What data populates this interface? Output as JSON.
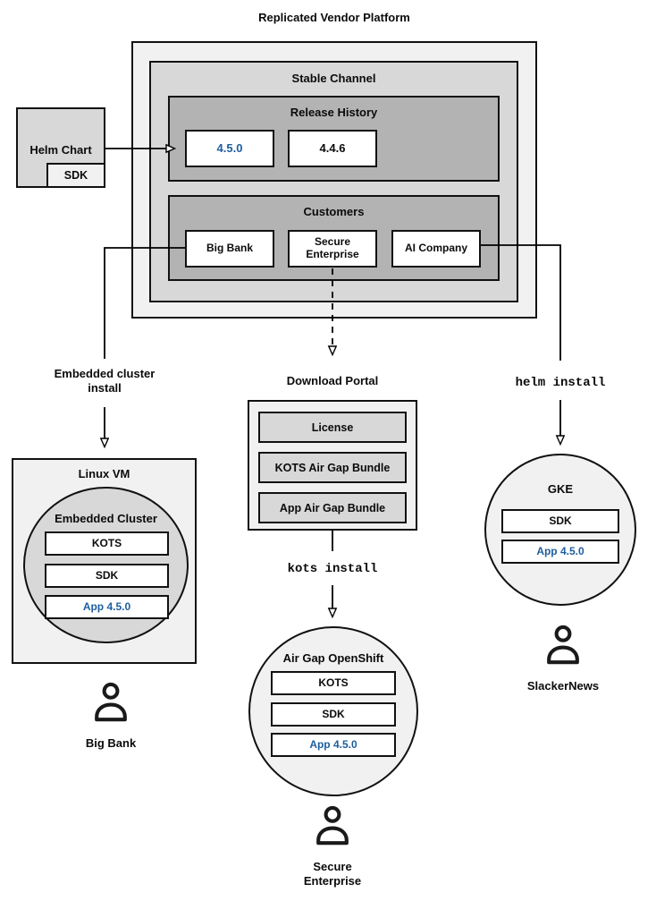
{
  "title": "Replicated Vendor Platform",
  "platform": {
    "stable_channel": "Stable Channel",
    "release_history": {
      "label": "Release History",
      "current": "4.5.0",
      "previous": "4.4.6"
    },
    "customers": {
      "label": "Customers",
      "big_bank": "Big Bank",
      "secure_enterprise": "Secure Enterprise",
      "ai_company": "AI Company"
    }
  },
  "helm_chart": {
    "label": "Helm Chart",
    "sdk": "SDK"
  },
  "labels": {
    "embedded_install": "Embedded cluster install",
    "kots_install": "kots install",
    "helm_install": "helm install"
  },
  "download_portal": {
    "title": "Download Portal",
    "license": "License",
    "kots_bundle": "KOTS Air Gap Bundle",
    "app_bundle": "App Air Gap Bundle"
  },
  "linux_vm": {
    "title": "Linux VM",
    "embedded_cluster": {
      "title": "Embedded Cluster",
      "kots": "KOTS",
      "sdk": "SDK",
      "app": "App 4.5.0"
    }
  },
  "airgap_openshift": {
    "title": "Air Gap OpenShift",
    "kots": "KOTS",
    "sdk": "SDK",
    "app": "App 4.5.0"
  },
  "gke": {
    "title": "GKE",
    "sdk": "SDK",
    "app": "App 4.5.0"
  },
  "personas": {
    "big_bank": "Big Bank",
    "secure_enterprise": "Secure Enterprise",
    "slackernews": "SlackerNews"
  },
  "colors": {
    "highlight_fill": "#a9cbe9",
    "highlight_border": "#2a6099",
    "highlight_text": "#1d5e9e",
    "panel_light": "#f1f1f1",
    "panel_mid": "#d8d8d8",
    "panel_dark": "#b3b3b3"
  }
}
